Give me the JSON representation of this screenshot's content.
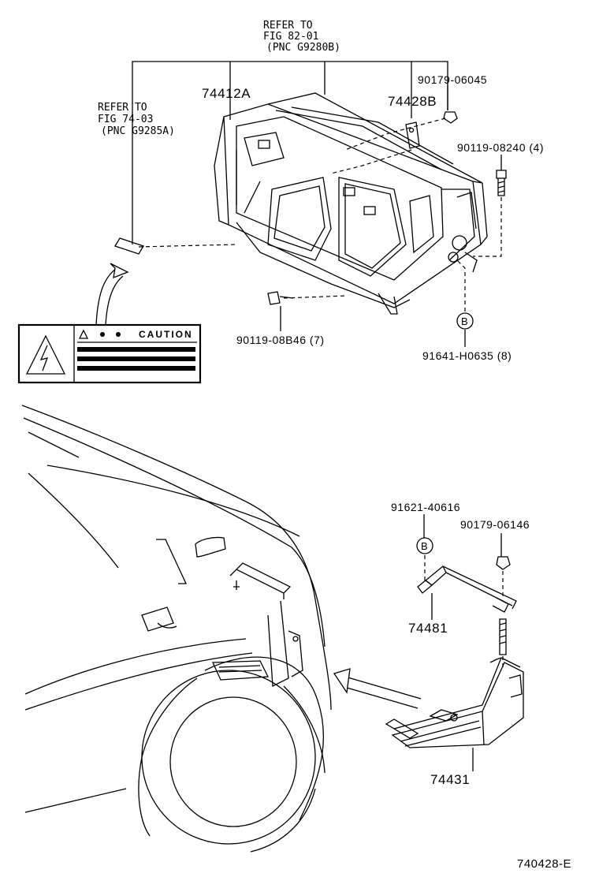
{
  "callouts": {
    "refer_fig82": {
      "line1": "REFER TO",
      "line2": "FIG 82-01",
      "line3": "(PNC G9280B)"
    },
    "refer_fig74": {
      "line1": "REFER TO",
      "line2": "FIG 74-03",
      "line3": "(PNC G9285A)"
    }
  },
  "parts": {
    "p74412A": "74412A",
    "p74428B": "74428B",
    "p90179_06045": "90179-06045",
    "p90119_08240": "90119-08240 (4)",
    "p90119_08B46": "90119-08B46 (7)",
    "p91641_H0635": "91641-H0635 (8)",
    "p91621_40616": "91621-40616",
    "p90179_06146": "90179-06146",
    "p74481": "74481",
    "p74431": "74431"
  },
  "markers": {
    "b": "B"
  },
  "caution_label": {
    "text": "CAUTION"
  },
  "footer": {
    "drawing_id": "740428-E"
  }
}
